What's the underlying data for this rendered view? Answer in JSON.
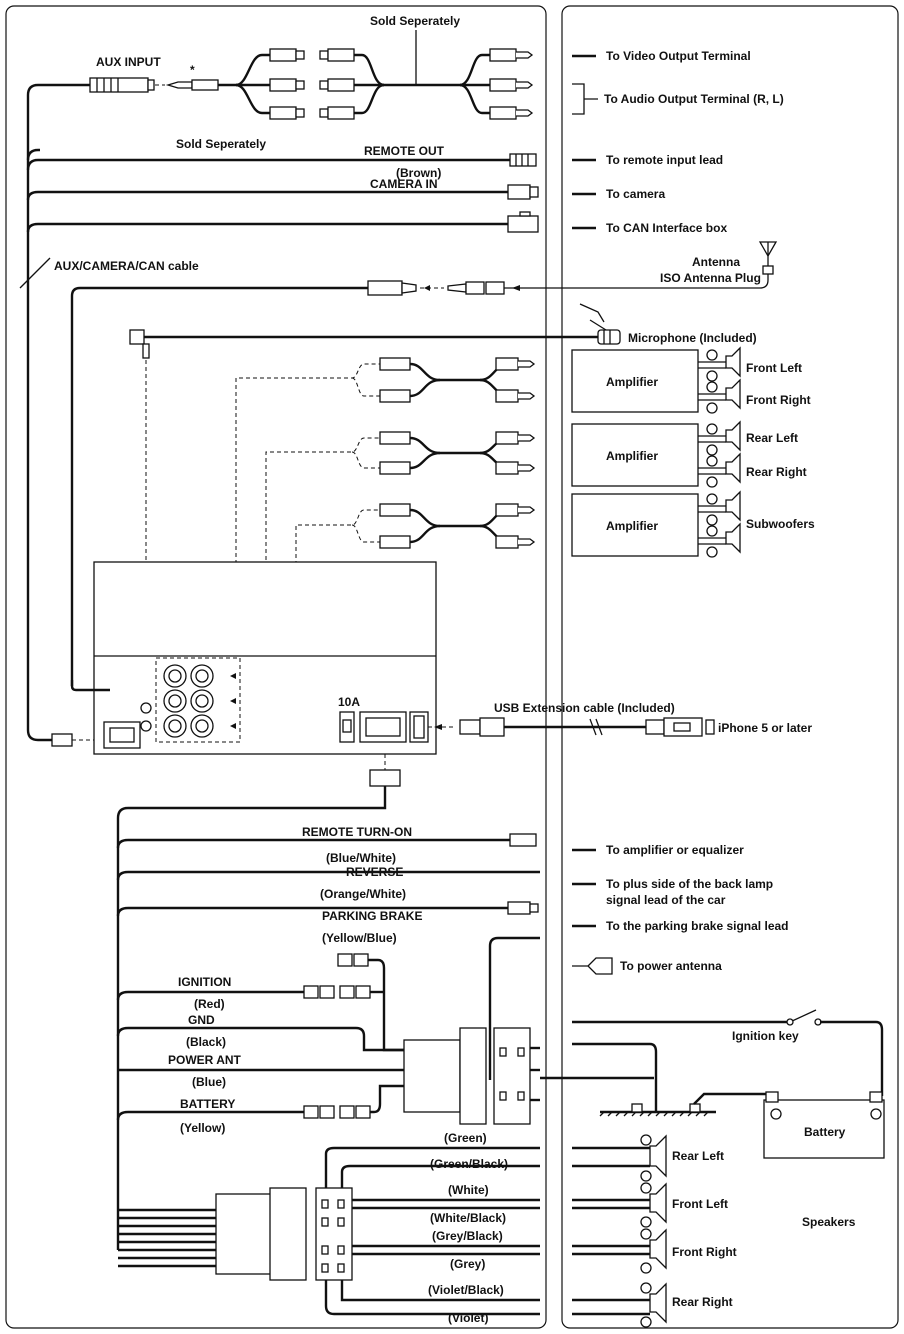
{
  "top": {
    "aux_input": "AUX INPUT",
    "asterisk": "*",
    "sold_separately_top": "Sold Seperately",
    "sold_separately_bottom": "Sold Seperately",
    "remote_out": "REMOTE OUT",
    "brown": "(Brown)",
    "camera_in": "CAMERA IN",
    "aux_camera_can_cable": "AUX/CAMERA/CAN cable",
    "usb_extension": "USB Extension cable (Included)",
    "fuse": "10A"
  },
  "right_top": {
    "video_out": "To Video Output Terminal",
    "audio_out": "To Audio Output Terminal (R, L)",
    "remote_input": "To remote input lead",
    "to_camera": "To camera",
    "can_box": "To CAN Interface box",
    "antenna": "Antenna",
    "iso_plug": "ISO Antenna Plug",
    "microphone": "Microphone (Included)",
    "iphone": "iPhone 5 or later"
  },
  "amplifiers": [
    {
      "label": "Amplifier",
      "speakers": [
        "Front Left",
        "Front Right"
      ]
    },
    {
      "label": "Amplifier",
      "speakers": [
        "Rear Left",
        "Rear Right"
      ]
    },
    {
      "label": "Amplifier",
      "speakers": [
        "Subwoofers"
      ]
    }
  ],
  "harness": {
    "remote_turn_on": "REMOTE TURN-ON",
    "blue_white": "(Blue/White)",
    "reverse": "REVERSE",
    "orange_white": "(Orange/White)",
    "parking_brake": "PARKING BRAKE",
    "yellow_blue": "(Yellow/Blue)",
    "ignition": "IGNITION",
    "red": "(Red)",
    "gnd": "GND",
    "black": "(Black)",
    "power_ant": "POWER ANT",
    "blue": "(Blue)",
    "battery": "BATTERY",
    "yellow": "(Yellow)",
    "speaker_wires": [
      "(Green)",
      "(Green/Black)",
      "(White)",
      "(White/Black)",
      "(Grey/Black)",
      "(Grey)",
      "(Violet/Black)",
      "(Violet)"
    ]
  },
  "right_bottom": {
    "amp_eq": "To amplifier or equalizer",
    "back_lamp_1": "To plus side of the back lamp",
    "back_lamp_2": "signal lead of the car",
    "parking_lead": "To the parking brake signal lead",
    "power_antenna": "To power antenna",
    "ignition_key": "Ignition key",
    "battery": "Battery",
    "speakers": "Speakers",
    "speaker_labels": [
      "Rear Left",
      "Front Left",
      "Front Right",
      "Rear Right"
    ]
  },
  "symbols": {
    "plus": "+",
    "minus": "−"
  }
}
